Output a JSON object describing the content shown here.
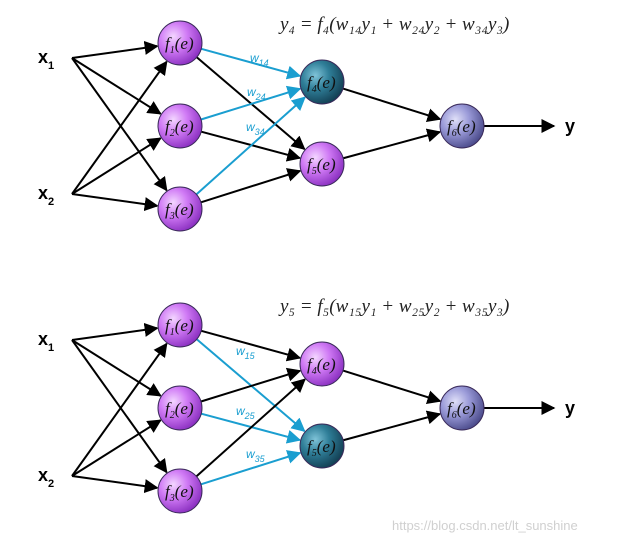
{
  "diagram": {
    "inputs": [
      {
        "main": "x",
        "sub": "1"
      },
      {
        "main": "x",
        "sub": "2"
      }
    ],
    "output": "y",
    "node_labels": {
      "f1": {
        "pre": "f",
        "sub": "1",
        "post": "(e)"
      },
      "f2": {
        "pre": "f",
        "sub": "2",
        "post": "(e)"
      },
      "f3": {
        "pre": "f",
        "sub": "3",
        "post": "(e)"
      },
      "f4": {
        "pre": "f",
        "sub": "4",
        "post": "(e)"
      },
      "f5": {
        "pre": "f",
        "sub": "5",
        "post": "(e)"
      },
      "f6": {
        "pre": "f",
        "sub": "6",
        "post": "(e)"
      }
    },
    "panels": [
      {
        "highlight_node": "f4",
        "equation": "y₄ = f₄(w₁₄y₁ + w₂₄y₂ + w₃₄y₃)",
        "weights": [
          {
            "main": "w",
            "sub": "14"
          },
          {
            "main": "w",
            "sub": "24"
          },
          {
            "main": "w",
            "sub": "34"
          }
        ]
      },
      {
        "highlight_node": "f5",
        "equation": "y₅ = f₅(w₁₅y₁ + w₂₅y₂ + w₃₅y₃)",
        "weights": [
          {
            "main": "w",
            "sub": "15"
          },
          {
            "main": "w",
            "sub": "25"
          },
          {
            "main": "w",
            "sub": "35"
          }
        ]
      }
    ],
    "watermark": "https://blog.csdn.net/lt_sunshine"
  },
  "colors": {
    "purple_node": "#c86cf2",
    "teal_node": "#2f6f86",
    "blue_node": "#7070b8",
    "highlight_edge": "#1a9ed0",
    "edge": "#000000"
  }
}
